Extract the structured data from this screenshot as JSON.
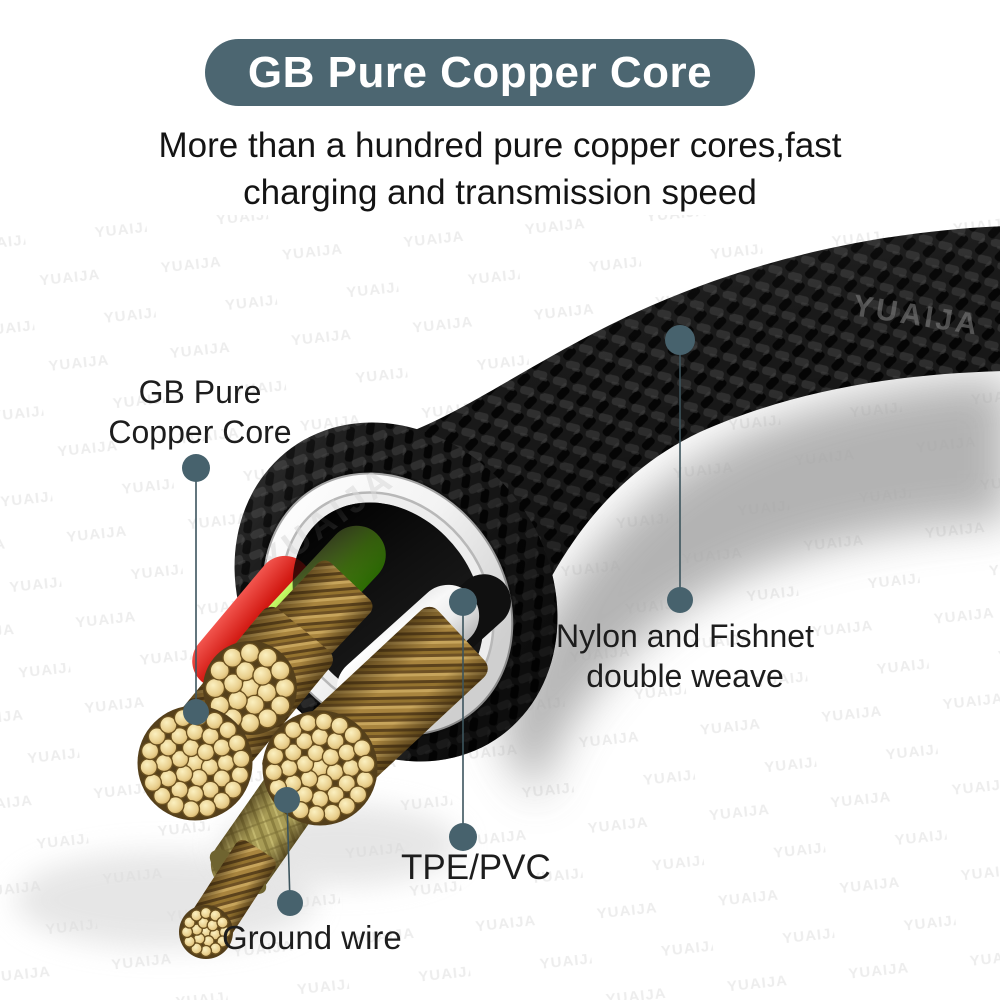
{
  "banner": {
    "title": "GB Pure Copper Core"
  },
  "subtitle": {
    "line1": "More than a hundred pure copper cores,fast",
    "line2": "charging and transmission speed"
  },
  "brand_watermark": {
    "text": "YUAIJA"
  },
  "callouts": {
    "copper_core": {
      "line1": "GB Pure",
      "line2": "Copper Core"
    },
    "nylon_weave": {
      "line1": "Nylon and Fishnet",
      "line2": "double weave"
    },
    "tpe_pvc": {
      "label": "TPE/PVC"
    },
    "ground_wire": {
      "label": "Ground wire"
    }
  },
  "colors": {
    "banner_bg": "#4c6671",
    "banner_text": "#ffffff",
    "callout_dot": "#47626d",
    "callout_line": "#3c545d",
    "label_text": "#1d1d1d",
    "braid_black": "#191919",
    "jacket_white": "#f6f6f6",
    "wire_green": "#7ad31f",
    "wire_red": "#d31b14",
    "copper_gold": "#e9cf8d",
    "ground_khaki": "#a89c56"
  }
}
